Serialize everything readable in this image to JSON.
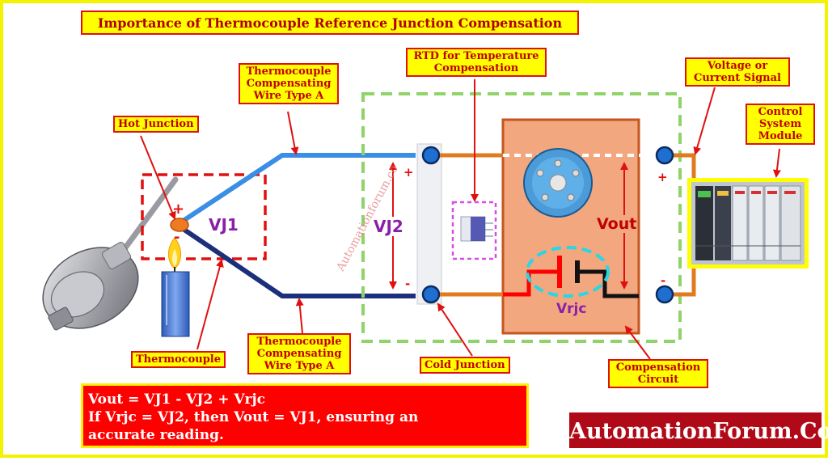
{
  "title": "Importance of Thermocouple Reference Junction Compensation",
  "labels": {
    "hot_junction": "Hot Junction",
    "wire_top": [
      "Thermocouple",
      "Compensating",
      "Wire Type A"
    ],
    "wire_bottom": [
      "Thermocouple",
      "Compensating",
      "Wire Type A"
    ],
    "thermocouple": "Thermocouple",
    "rtd": [
      "RTD for Temperature",
      "Compensation"
    ],
    "voltage_signal": [
      "Voltage or",
      "Current Signal"
    ],
    "control_module": [
      "Control",
      "System",
      "Module"
    ],
    "cold_junction": "Cold Junction",
    "compensation_circuit": [
      "Compensation",
      "Circuit"
    ]
  },
  "symbols": {
    "vj1": "VJ1",
    "vj2": "VJ2",
    "vout": "Vout",
    "vrjc": "Vrjc",
    "plus": "+",
    "minus": "-"
  },
  "watermark": "Automationforum.co",
  "formula": [
    "Vout = VJ1 - VJ2 + Vrjc",
    "If Vrjc = VJ2, then Vout = VJ1, ensuring an",
    "accurate reading."
  ],
  "brand": "AutomationForum.Co",
  "colors": {
    "label_bg": "#ffff00",
    "label_border": "#e01010",
    "label_text": "#c00000",
    "wire_positive": "#3a8ee6",
    "wire_negative": "#1c2f7a",
    "copper_wire": "#e07b20",
    "circuit_bg": "#f2a77e",
    "dashed_box": "#8fd36a",
    "formula_bg": "#ff0000",
    "brand_bg": "#b00a18",
    "symbol_purple": "#8b1fa8"
  }
}
